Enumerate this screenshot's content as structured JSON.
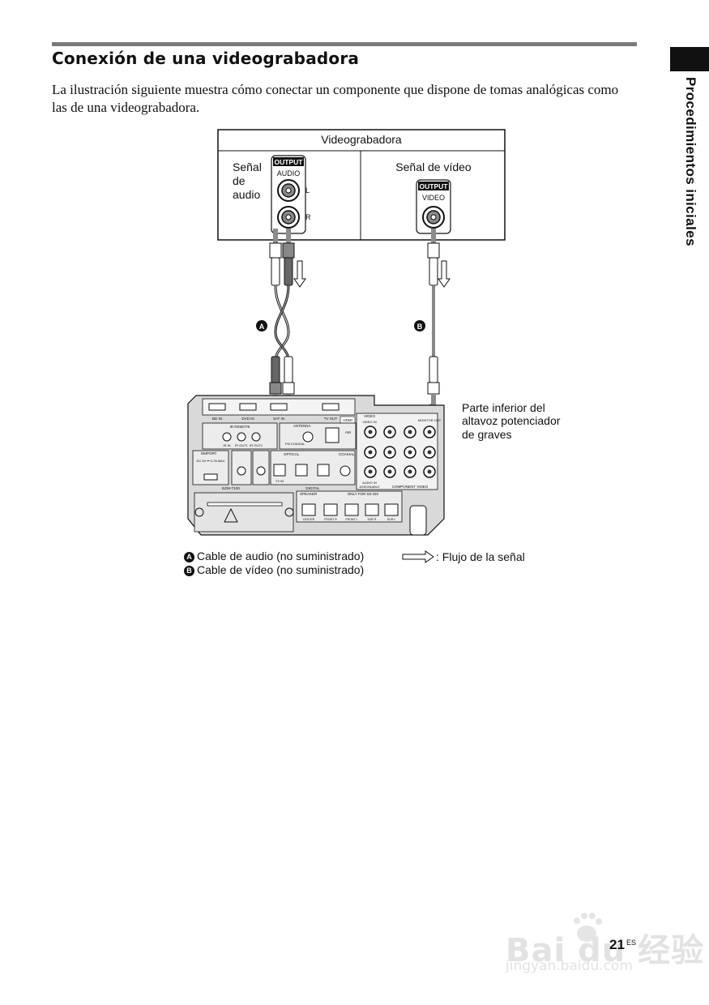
{
  "page": {
    "title": "Conexión de una videograbadora",
    "intro": "La ilustración siguiente muestra cómo conectar un componente que dispone de tomas analógicas como las de una videograbadora.",
    "side_label": "Procedimientos iniciales",
    "page_number": "21",
    "page_suffix": "ES"
  },
  "diagram": {
    "device_title": "Videograbadora",
    "audio_signal_lines": [
      "Señal",
      "de",
      "audio"
    ],
    "video_signal": "Señal de vídeo",
    "audio_output_badge": "OUTPUT",
    "audio_output_label": "AUDIO",
    "audio_l": "L",
    "audio_r": "R",
    "video_output_badge": "OUTPUT",
    "video_output_label": "VIDEO",
    "cable_a_marker": "A",
    "cable_b_marker": "B",
    "subwoofer_lines": [
      "Parte inferior del",
      "altavoz potenciador",
      "de graves"
    ],
    "panel_labels": {
      "bd_in": "BD IN",
      "dvd_in": "DVD IN",
      "sat_in": "SAT IN",
      "tv_out": "TV OUT",
      "hdmi": "HDMI",
      "ir_remote": "IR REMOTE",
      "antenna": "ANTENNA",
      "am": "AM",
      "fm_coaxial": "FM COAXIAL",
      "ir_in": "IR IN",
      "ir_out1": "IR OUT1",
      "ir_out2": "IR OUT2",
      "video": "VIDEO",
      "video_in": "VIDEO IN",
      "monitor_out": "MONITOR OUT",
      "dmport": "DMPORT",
      "dc_rating": "DC 5V ⎓ 0.7A MAX",
      "ezw_t100": "EZW-T100",
      "optical": "OPTICAL",
      "coaxial": "COAXIAL",
      "tv_in": "TV IN",
      "digital": "DIGITAL",
      "audio_in": "AUDIO IN",
      "assignable": "ASSIGNABLE",
      "component_video": "COMPONENT VIDEO",
      "speaker": "SPEAKER",
      "only_for": "ONLY FOR SS-SIS",
      "center": "CENTER",
      "front_r": "FRONT R",
      "front_l": "FRONT L",
      "sur_r": "SUR R",
      "sur_l": "SUR L"
    }
  },
  "legend": {
    "cable_a": "Cable de audio (no suministrado)",
    "cable_b": "Cable de vídeo (no suministrado)",
    "signal_flow": ": Flujo de la señal"
  },
  "watermark": {
    "brand": "Bai du 经验",
    "url": "jingyan.baidu.com"
  },
  "colors": {
    "panel": "#d9d9d9",
    "cable": "#8c8c8c",
    "badge": "#111111"
  }
}
